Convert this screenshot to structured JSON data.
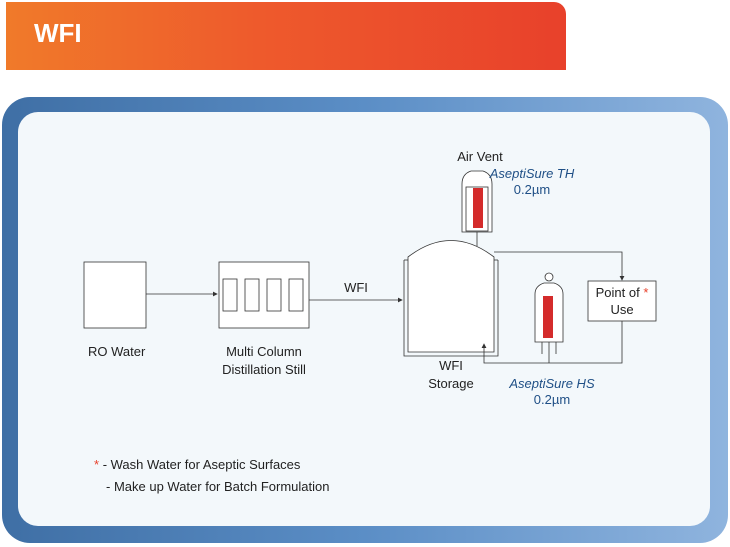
{
  "header": {
    "title": "WFI"
  },
  "diagram": {
    "ro_water": "RO Water",
    "distill_line1": "Multi Column",
    "distill_line2": "Distillation Still",
    "wfi_flow": "WFI",
    "storage_line1": "WFI",
    "storage_line2": "Storage",
    "air_vent": "Air Vent",
    "filter_th_name": "AseptiSure TH",
    "filter_th_size": "0.2µm",
    "filter_hs_name": "AseptiSure HS",
    "filter_hs_size": "0.2µm",
    "pou_line1": "Point of",
    "pou_star": "*",
    "pou_line2": "Use"
  },
  "legend": {
    "star": "*",
    "item1": "-  Wash Water for Aseptic Surfaces",
    "item2": "-  Make up Water for Batch Formulation"
  },
  "colors": {
    "header": "#ee5a2c",
    "frame": "#5b8ec6",
    "filter_element": "#d42b2b",
    "text_blue": "#1f4f86"
  }
}
